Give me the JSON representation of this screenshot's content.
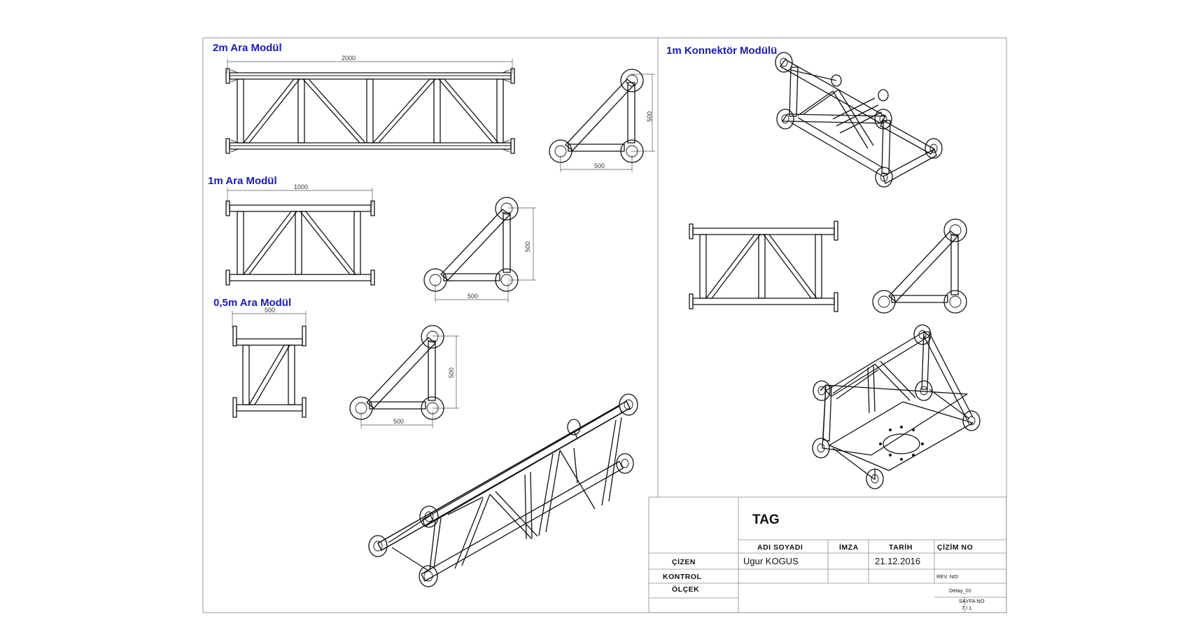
{
  "views": {
    "m2": {
      "title": "2m Ara Modül",
      "length": "2000",
      "width": "500",
      "height": "500"
    },
    "m1": {
      "title": "1m Ara Modül",
      "length": "1000",
      "width": "500",
      "height": "500"
    },
    "m05": {
      "title": "0,5m Ara Modül",
      "length": "500",
      "width": "500",
      "height": "500"
    },
    "conn": {
      "title": "1m Konnektör Modülü"
    }
  },
  "title_block": {
    "company": "TAG",
    "headers": {
      "name": "ADI SOYADI",
      "signature": "İMZA",
      "date": "TARİH",
      "drawing_no": "ÇİZİM NO"
    },
    "rows": {
      "drawn": "ÇİZEN",
      "checked": "KONTROL",
      "scale": "ÖLÇEK"
    },
    "drawn_by": "Ugur KOGUS",
    "date_value": "21.12.2016",
    "rev_label": "REV. NO:",
    "drawing_no_value": "Detay_01",
    "sheet_label": "SAYFA NO",
    "sheet_value": "7 / 1"
  }
}
